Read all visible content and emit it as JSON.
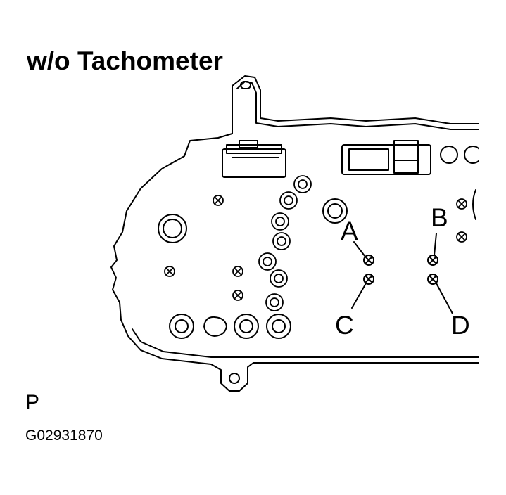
{
  "title": "w/o Tachometer",
  "callouts": {
    "a": "A",
    "b": "B",
    "c": "C",
    "d": "D"
  },
  "codes": {
    "p": "P",
    "figure_id": "G02931870"
  },
  "colors": {
    "line": "#000000",
    "background": "#ffffff"
  }
}
